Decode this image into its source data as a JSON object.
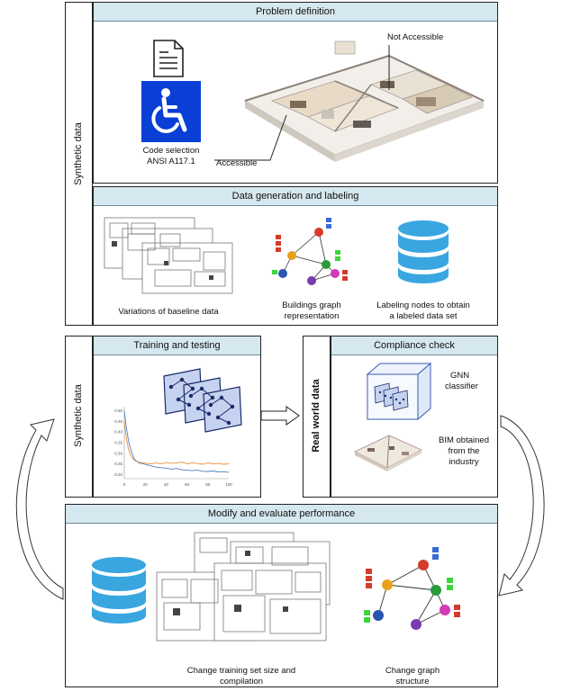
{
  "side_labels": {
    "synthetic_top": "Synthetic data",
    "synthetic_mid": "Synthetic data",
    "real_world": "Real world data"
  },
  "problem_definition": {
    "title": "Problem definition",
    "code_selection": "Code selection",
    "code_standard": "ANSI A117.1",
    "accessible": "Accessible",
    "not_accessible": "Not Accessible"
  },
  "data_generation": {
    "title": "Data generation and labeling",
    "variations": "Variations of baseline data",
    "graph_line1": "Buildings graph",
    "graph_line2": "representation",
    "labeling_line1": "Labeling nodes to obtain",
    "labeling_line2": "a labeled data set"
  },
  "training": {
    "title": "Training and testing"
  },
  "compliance": {
    "title": "Compliance check",
    "gnn_line1": "GNN",
    "gnn_line2": "classifier",
    "bim_line1": "BIM obtained",
    "bim_line2": "from the",
    "bim_line3": "industry"
  },
  "modify": {
    "title": "Modify and evaluate performance",
    "change_set_line1": "Change training set size and",
    "change_set_line2": "compilation",
    "change_graph_line1": "Change graph",
    "change_graph_line2": "structure"
  },
  "chart_data": {
    "type": "line",
    "x_ticks": [
      0,
      20,
      40,
      60,
      80,
      100
    ],
    "y_ticks": [
      0.2,
      0.25,
      0.3,
      0.35,
      0.4,
      0.45,
      0.5
    ],
    "xlim": [
      0,
      100
    ],
    "ylim": [
      0.18,
      0.52
    ],
    "series": [
      {
        "color": "#4a7fc1",
        "x": [
          0,
          2,
          4,
          6,
          8,
          10,
          14,
          18,
          22,
          26,
          30,
          35,
          40,
          45,
          50,
          55,
          60,
          65,
          70,
          75,
          80,
          85,
          90,
          95,
          100
        ],
        "y": [
          0.5,
          0.42,
          0.36,
          0.32,
          0.29,
          0.27,
          0.255,
          0.25,
          0.245,
          0.24,
          0.235,
          0.232,
          0.23,
          0.225,
          0.228,
          0.222,
          0.22,
          0.218,
          0.22,
          0.215,
          0.214,
          0.216,
          0.212,
          0.213,
          0.21
        ]
      },
      {
        "color": "#e8913a",
        "x": [
          0,
          2,
          4,
          6,
          8,
          10,
          14,
          18,
          22,
          26,
          30,
          35,
          40,
          45,
          50,
          55,
          60,
          65,
          70,
          75,
          80,
          85,
          90,
          95,
          100
        ],
        "y": [
          0.45,
          0.37,
          0.32,
          0.29,
          0.275,
          0.265,
          0.258,
          0.255,
          0.252,
          0.25,
          0.255,
          0.25,
          0.256,
          0.252,
          0.255,
          0.258,
          0.25,
          0.255,
          0.252,
          0.248,
          0.255,
          0.25,
          0.252,
          0.248,
          0.25
        ]
      }
    ]
  },
  "colors": {
    "header_fill": "#d6e8ef",
    "wheelchair_bg": "#0a3fd6",
    "database": "#39a6e0"
  },
  "icons": [
    "document-icon",
    "wheelchair-icon",
    "database-icon",
    "graph-network-icon",
    "floor-plan-icon",
    "arrow-right-icon",
    "cycle-arrow-icon"
  ]
}
